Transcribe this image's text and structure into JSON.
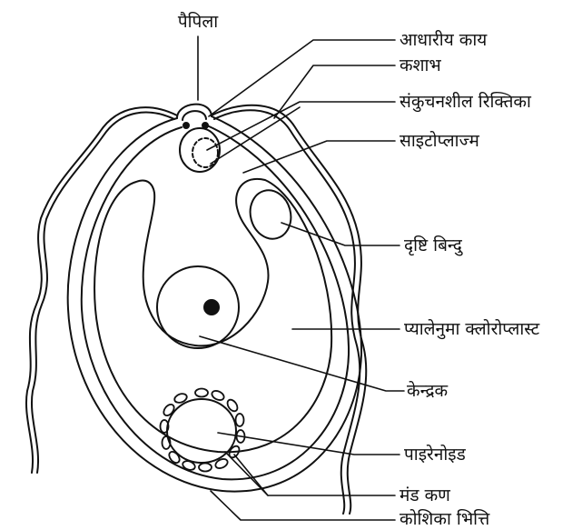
{
  "colors": {
    "ink": "#111111",
    "background": "#ffffff"
  },
  "labels": {
    "papilla": "पैपिला",
    "basal_body": "आधारीय काय",
    "flagellum": "कशाभ",
    "contractile_vacuole": "संकुचनशील रिक्तिका",
    "cytoplasm": "साइटोप्लाज्म",
    "eyespot": "दृष्टि बिन्दु",
    "cup_chloroplast": "प्यालेनुमा क्लोरोप्लास्ट",
    "nucleus": "केन्द्रक",
    "pyrenoid": "पाइरेनोइड",
    "starch_grains": "मंड कण",
    "cell_wall": "कोशिका भित्ति"
  }
}
